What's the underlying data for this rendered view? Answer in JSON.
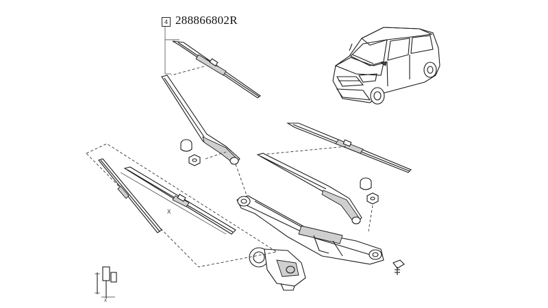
{
  "callout": {
    "index": "4",
    "part_number": "288866802R"
  },
  "legend_marks": {
    "x_mark": "X"
  },
  "icons": [
    "car-illustration-icon",
    "wiper-blade-icon",
    "wiper-arm-icon",
    "wiper-motor-icon",
    "linkage-icon",
    "nut-icon",
    "cap-icon",
    "bolt-icon",
    "dimension-gauge-icon"
  ]
}
